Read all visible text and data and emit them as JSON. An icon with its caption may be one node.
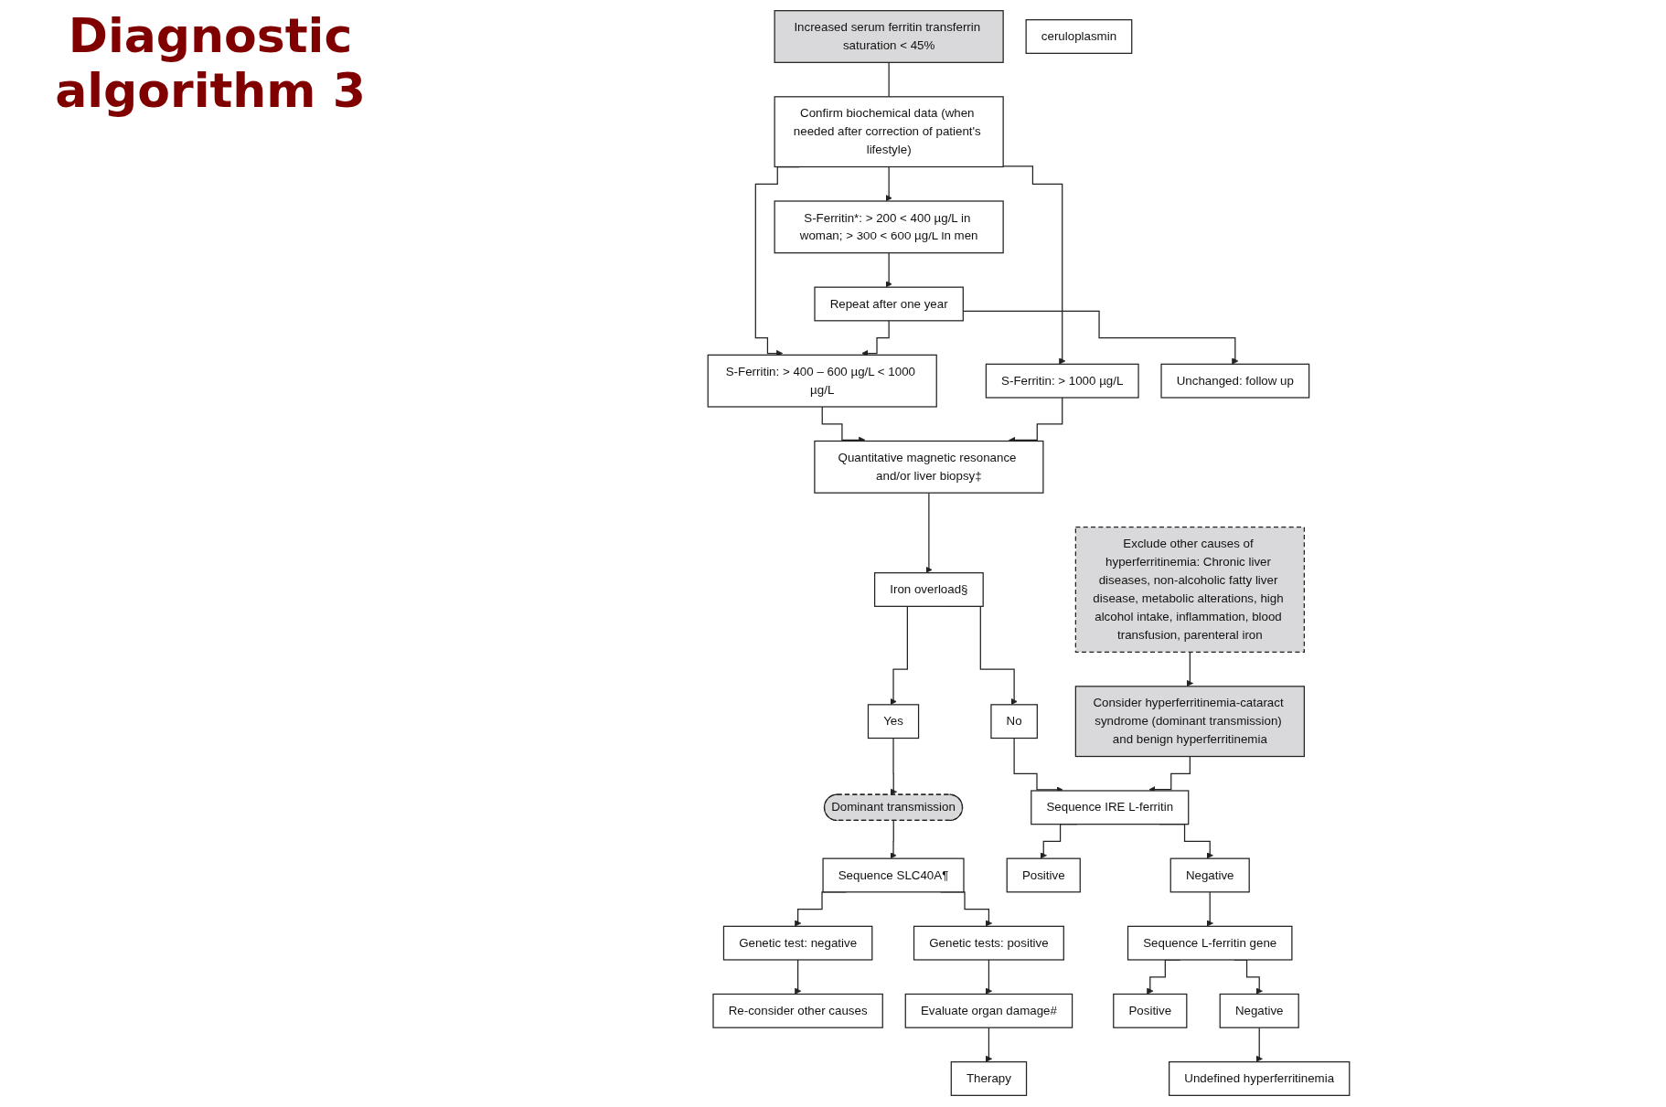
{
  "diagram": {
    "title": "Diagnostic algorithm 3",
    "nodes": [
      {
        "text": [
          "Increased serum ferritin transferrin saturation < 45%"
        ]
      },
      {
        "text": [
          "Confirm biochemical data (when needed after correction of patient's lifestyle)"
        ]
      },
      {
        "text": [
          "Exclude other causes of hyperferritinemia: Chronic liver diseases, non-alcoholic fatty liver disease, metabolic alterations, high alcohol intake, inflammation, blood transfusion, parenteral iron"
        ]
      },
      {
        "text": [
          "ceruloplasmin"
        ]
      },
      {
        "text": [
          "S-Ferritin*: > 200 < 400 µg/L in woman; > 300 < 600 µg/L in men"
        ]
      },
      {
        "text": [
          "S-Ferritin: > 400 – 600 µg/L < 1000 µg/L"
        ]
      },
      {
        "text": [
          "S-Ferritin: > 1000 µg/L"
        ]
      },
      {
        "text": [
          "Consider hyperferritinemia-cataract syndrome (dominant transmission) and benign hyperferritinemia"
        ]
      },
      {
        "text": [
          "Repeat after one year"
        ]
      },
      {
        "text": [
          "Quantitative magnetic resonance and/or liver biopsy‡"
        ]
      },
      {
        "text": [
          "Unchanged: follow up"
        ]
      },
      {
        "text": [
          "Iron overload§"
        ]
      },
      {
        "text": [
          "Sequence IRE L-ferritin"
        ]
      },
      {
        "text": [
          "Yes"
        ]
      },
      {
        "text": [
          "No"
        ]
      },
      {
        "text": [
          "Negative"
        ]
      },
      {
        "text": [
          "Positive"
        ]
      },
      {
        "text": [
          "Dominant transmission"
        ]
      },
      {
        "text": [
          "Sequence L-ferritin gene"
        ]
      },
      {
        "text": [
          "Sequence SLC40A¶"
        ]
      },
      {
        "text": [
          "Genetic test: negative"
        ]
      },
      {
        "text": [
          "Re-consider other causes"
        ]
      },
      {
        "text": [
          "Negative"
        ]
      },
      {
        "text": [
          "Positive"
        ]
      },
      {
        "text": [
          "Genetic tests: positive"
        ]
      },
      {
        "text": [
          "Therapy"
        ]
      },
      {
        "text": [
          "Evaluate organ damage#"
        ]
      },
      {
        "text": [
          "Undefined hyperferritinemia"
        ]
      }
    ],
    "edges": [
      {
        "from": 0,
        "to": 1,
        "arrow": "none"
      },
      {
        "from": 1,
        "to": 4,
        "arrow": "to"
      },
      {
        "from": 1,
        "to": 5,
        "arrow": "to"
      },
      {
        "from": 1,
        "to": 6,
        "arrow": "to"
      },
      {
        "from": 2,
        "to": 7,
        "arrow": "to"
      },
      {
        "from": 4,
        "to": 8,
        "arrow": "to"
      },
      {
        "from": 8,
        "to": 5,
        "arrow": "to"
      },
      {
        "from": 8,
        "to": 10,
        "arrow": "to"
      },
      {
        "from": 5,
        "to": 9,
        "arrow": "to"
      },
      {
        "from": 6,
        "to": 9,
        "arrow": "to"
      },
      {
        "from": 9,
        "to": 11,
        "arrow": "to"
      },
      {
        "from": 11,
        "to": 13,
        "arrow": "to"
      },
      {
        "from": 11,
        "to": 14,
        "arrow": "to"
      },
      {
        "from": 14,
        "to": 12,
        "arrow": "to"
      },
      {
        "from": 7,
        "to": 12,
        "arrow": "to"
      },
      {
        "from": 12,
        "to": 15,
        "arrow": "to"
      },
      {
        "from": 12,
        "to": 16,
        "arrow": "to"
      },
      {
        "from": 13,
        "to": 17,
        "arrow": "to"
      },
      {
        "from": 17,
        "to": 19,
        "arrow": "to"
      },
      {
        "from": 19,
        "to": 20,
        "arrow": "to"
      },
      {
        "from": 19,
        "to": 24,
        "arrow": "to"
      },
      {
        "from": 20,
        "to": 21,
        "arrow": "to"
      },
      {
        "from": 15,
        "to": 18,
        "arrow": "to"
      },
      {
        "from": 18,
        "to": 22,
        "arrow": "to"
      },
      {
        "from": 18,
        "to": 23,
        "arrow": "to"
      },
      {
        "from": 22,
        "to": 27,
        "arrow": "to"
      },
      {
        "from": 24,
        "to": 26,
        "arrow": "to"
      },
      {
        "from": 26,
        "to": 25,
        "arrow": "to"
      }
    ]
  }
}
